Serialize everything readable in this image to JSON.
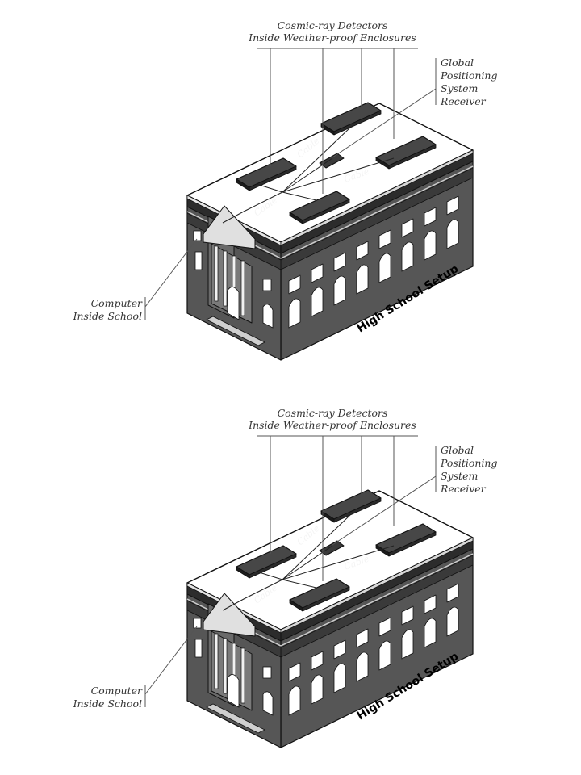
{
  "figures": [
    {
      "detectors_label_1": "Cosmic-ray Detectors",
      "detectors_label_2": "Inside Weather-proof Enclosures",
      "gps_label": [
        "Global",
        "Positioning",
        "System",
        "Receiver"
      ],
      "computer_label": [
        "Computer",
        "Inside School"
      ],
      "cable_label": "Cable",
      "caption": "High School Setup"
    },
    {
      "detectors_label_1": "Cosmic-ray Detectors",
      "detectors_label_2": "Inside Weather-proof Enclosures",
      "gps_label": [
        "Global",
        "Positioning",
        "System",
        "Receiver"
      ],
      "computer_label": [
        "Computer",
        "Inside School"
      ],
      "cable_label": "Cable",
      "caption": "High School Setup"
    }
  ],
  "colors": {
    "wall": "#565656",
    "roof": "#ffffff",
    "detector": "#474747",
    "window": "#ffffff",
    "outline": "#111111"
  }
}
